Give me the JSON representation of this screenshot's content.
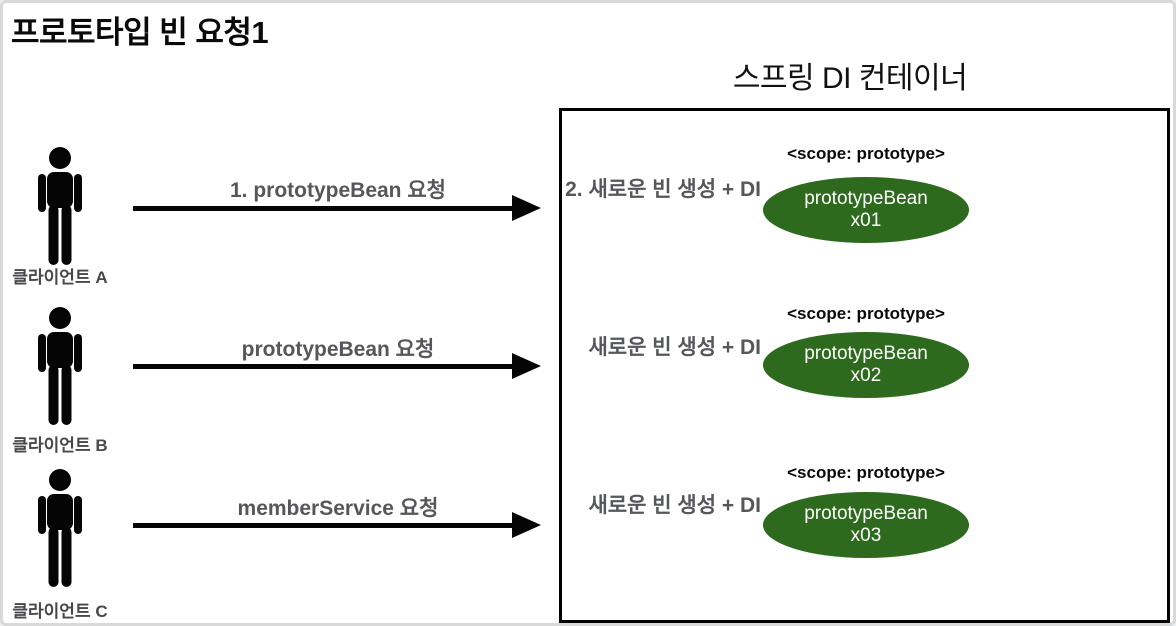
{
  "title": "프로토타입 빈 요청1",
  "container": {
    "title": "스프링 DI 컨테이너"
  },
  "colors": {
    "bean_green": "#2D6A1E",
    "label_gray": "#56575B",
    "outline_black": "#000000"
  },
  "rows": [
    {
      "client": "클라이언트 A",
      "request_label": "1. prototypeBean 요청",
      "step_label": "2. 새로운 빈 생성 + DI",
      "scope_label": "<scope: prototype>",
      "bean_line1": "prototypeBean",
      "bean_line2": "x01"
    },
    {
      "client": "클라이언트 B",
      "request_label": "prototypeBean 요청",
      "step_label": "새로운 빈 생성 + DI",
      "scope_label": "<scope: prototype>",
      "bean_line1": "prototypeBean",
      "bean_line2": "x02"
    },
    {
      "client": "클라이언트 C",
      "request_label": "memberService 요청",
      "step_label": "새로운 빈 생성 + DI",
      "scope_label": "<scope: prototype>",
      "bean_line1": "prototypeBean",
      "bean_line2": "x03"
    }
  ]
}
